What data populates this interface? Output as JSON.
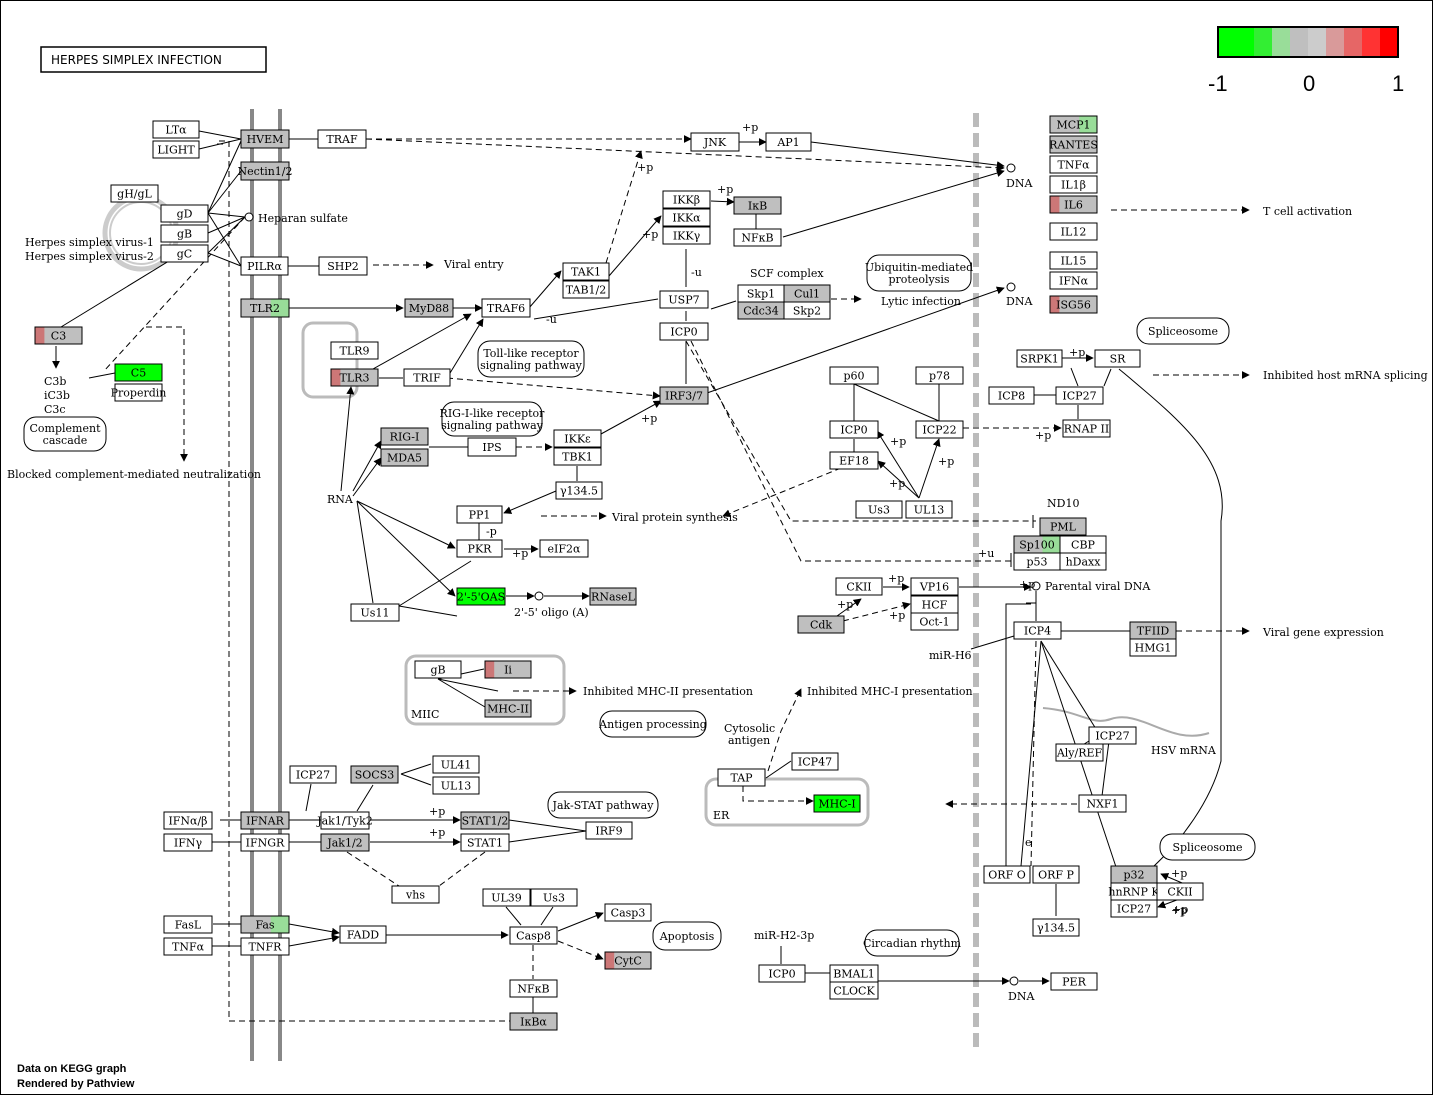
{
  "title": "HERPES SIMPLEX INFECTION",
  "footer": {
    "line1": "Data on KEGG graph",
    "line2": "Rendered by  Pathview"
  },
  "legend": {
    "labels": [
      "-1",
      "0",
      "1"
    ],
    "colors": [
      "#00ff00",
      "#00ff00",
      "#33ee33",
      "#99dd99",
      "#bfbfbf",
      "#cccccc",
      "#d99a9a",
      "#e66666",
      "#ff3333",
      "#ff0000"
    ]
  },
  "colors": {
    "none": "#ffffff",
    "grey": "#bfbfbf",
    "green": "#00ff00",
    "lightgreen": "#99dd99",
    "red": "#cc7777",
    "membrane": "#888888",
    "dna": "#bbbbbb"
  },
  "nodes": [
    {
      "id": "LTa",
      "label": "LTα",
      "fill": "none"
    },
    {
      "id": "LIGHT",
      "label": "LIGHT",
      "fill": "none"
    },
    {
      "id": "HVEM",
      "label": "HVEM",
      "fill": "grey"
    },
    {
      "id": "Nectin12",
      "label": "Nectin1/2",
      "fill": "grey"
    },
    {
      "id": "TRAF",
      "label": "TRAF",
      "fill": "none"
    },
    {
      "id": "gHgL",
      "label": "gH/gL",
      "fill": "none"
    },
    {
      "id": "gD",
      "label": "gD",
      "fill": "none"
    },
    {
      "id": "gB",
      "label": "gB",
      "fill": "none"
    },
    {
      "id": "gC",
      "label": "gC",
      "fill": "none"
    },
    {
      "id": "PILRa",
      "label": "PILRα",
      "fill": "none"
    },
    {
      "id": "SHP2",
      "label": "SHP2",
      "fill": "none"
    },
    {
      "id": "TLR2",
      "label": "TLR2",
      "fill": "grey",
      "split": "lightgreen"
    },
    {
      "id": "MyD88",
      "label": "MyD88",
      "fill": "grey"
    },
    {
      "id": "TRAF6",
      "label": "TRAF6",
      "fill": "none"
    },
    {
      "id": "TLR9",
      "label": "TLR9",
      "fill": "none"
    },
    {
      "id": "TLR3",
      "label": "TLR3",
      "fill": "grey",
      "split": "red"
    },
    {
      "id": "TRIF",
      "label": "TRIF",
      "fill": "none"
    },
    {
      "id": "C3",
      "label": "C3",
      "fill": "grey",
      "split": "red"
    },
    {
      "id": "C5",
      "label": "C5",
      "fill": "green"
    },
    {
      "id": "Properdin",
      "label": "Properdin",
      "fill": "none"
    },
    {
      "id": "RIGI",
      "label": "RIG-I",
      "fill": "grey"
    },
    {
      "id": "MDA5",
      "label": "MDA5",
      "fill": "grey"
    },
    {
      "id": "IPS",
      "label": "IPS",
      "fill": "none"
    },
    {
      "id": "IKKe",
      "label": "IKKε",
      "fill": "none"
    },
    {
      "id": "TBK1",
      "label": "TBK1",
      "fill": "none"
    },
    {
      "id": "g1345a",
      "label": "γ134.5",
      "fill": "none"
    },
    {
      "id": "PP1",
      "label": "PP1",
      "fill": "none"
    },
    {
      "id": "PKR",
      "label": "PKR",
      "fill": "none"
    },
    {
      "id": "eIF2a",
      "label": "eIF2α",
      "fill": "none"
    },
    {
      "id": "OAS",
      "label": "2'-5'OAS",
      "fill": "green"
    },
    {
      "id": "RNaseL",
      "label": "RNaseL",
      "fill": "grey"
    },
    {
      "id": "Us11",
      "label": "Us11",
      "fill": "none"
    },
    {
      "id": "JNK",
      "label": "JNK",
      "fill": "none"
    },
    {
      "id": "AP1",
      "label": "AP1",
      "fill": "none"
    },
    {
      "id": "IKKb",
      "label": "IKKβ",
      "fill": "none"
    },
    {
      "id": "IKKa",
      "label": "IKKα",
      "fill": "none"
    },
    {
      "id": "IKKg",
      "label": "IKKγ",
      "fill": "none"
    },
    {
      "id": "IkB",
      "label": "IκB",
      "fill": "grey"
    },
    {
      "id": "NFkB1",
      "label": "NFκB",
      "fill": "none"
    },
    {
      "id": "TAK1",
      "label": "TAK1",
      "fill": "none"
    },
    {
      "id": "TAB12",
      "label": "TAB1/2",
      "fill": "none"
    },
    {
      "id": "USP7",
      "label": "USP7",
      "fill": "none"
    },
    {
      "id": "ICP0a",
      "label": "ICP0",
      "fill": "none"
    },
    {
      "id": "IRF37",
      "label": "IRF3/7",
      "fill": "grey"
    },
    {
      "id": "Skp1",
      "label": "Skp1",
      "fill": "none"
    },
    {
      "id": "Cul1",
      "label": "Cul1",
      "fill": "grey"
    },
    {
      "id": "Cdc34",
      "label": "Cdc34",
      "fill": "grey"
    },
    {
      "id": "Skp2",
      "label": "Skp2",
      "fill": "none"
    },
    {
      "id": "MCP1",
      "label": "MCP1",
      "fill": "grey",
      "split": "lightgreen"
    },
    {
      "id": "RANTES",
      "label": "RANTES",
      "fill": "grey"
    },
    {
      "id": "TNFa1",
      "label": "TNFα",
      "fill": "none"
    },
    {
      "id": "IL1b",
      "label": "IL1β",
      "fill": "none"
    },
    {
      "id": "IL6",
      "label": "IL6",
      "fill": "grey",
      "split": "red"
    },
    {
      "id": "IL12",
      "label": "IL12",
      "fill": "none"
    },
    {
      "id": "IL15",
      "label": "IL15",
      "fill": "none"
    },
    {
      "id": "IFNa1",
      "label": "IFNα",
      "fill": "none"
    },
    {
      "id": "ISG56",
      "label": "ISG56",
      "fill": "grey",
      "split": "red"
    },
    {
      "id": "SRPK1",
      "label": "SRPK1",
      "fill": "none"
    },
    {
      "id": "SR",
      "label": "SR",
      "fill": "none"
    },
    {
      "id": "ICP8",
      "label": "ICP8",
      "fill": "none"
    },
    {
      "id": "ICP27a",
      "label": "ICP27",
      "fill": "none"
    },
    {
      "id": "RNAPII",
      "label": "RNAP II",
      "fill": "none"
    },
    {
      "id": "p60",
      "label": "p60",
      "fill": "none"
    },
    {
      "id": "p78",
      "label": "p78",
      "fill": "none"
    },
    {
      "id": "ICP0b",
      "label": "ICP0",
      "fill": "none"
    },
    {
      "id": "ICP22",
      "label": "ICP22",
      "fill": "none"
    },
    {
      "id": "EF18",
      "label": "EF18",
      "fill": "none"
    },
    {
      "id": "Us3a",
      "label": "Us3",
      "fill": "none"
    },
    {
      "id": "UL13",
      "label": "UL13",
      "fill": "none"
    },
    {
      "id": "PML",
      "label": "PML",
      "fill": "grey"
    },
    {
      "id": "Sp100",
      "label": "Sp100",
      "fill": "grey",
      "split": "lightgreen"
    },
    {
      "id": "CBP",
      "label": "CBP",
      "fill": "none"
    },
    {
      "id": "p53",
      "label": "p53",
      "fill": "none"
    },
    {
      "id": "hDaxx",
      "label": "hDaxx",
      "fill": "none"
    },
    {
      "id": "CKIIa",
      "label": "CKII",
      "fill": "none"
    },
    {
      "id": "VP16",
      "label": "VP16",
      "fill": "none"
    },
    {
      "id": "HCF",
      "label": "HCF",
      "fill": "none"
    },
    {
      "id": "Oct1",
      "label": "Oct-1",
      "fill": "none"
    },
    {
      "id": "Cdk",
      "label": "Cdk",
      "fill": "grey"
    },
    {
      "id": "ICP4",
      "label": "ICP4",
      "fill": "none"
    },
    {
      "id": "TFIID",
      "label": "TFIID",
      "fill": "grey"
    },
    {
      "id": "HMG1",
      "label": "HMG1",
      "fill": "none"
    },
    {
      "id": "ICP27b",
      "label": "ICP27",
      "fill": "none"
    },
    {
      "id": "AlyREF",
      "label": "Aly/REF",
      "fill": "none"
    },
    {
      "id": "NXF1",
      "label": "NXF1",
      "fill": "none"
    },
    {
      "id": "ORFO",
      "label": "ORF O",
      "fill": "none"
    },
    {
      "id": "ORFP",
      "label": "ORF P",
      "fill": "none"
    },
    {
      "id": "p32",
      "label": "p32",
      "fill": "grey"
    },
    {
      "id": "hnRNPK",
      "label": "hnRNP K",
      "fill": "none"
    },
    {
      "id": "CKIIb",
      "label": "CKII",
      "fill": "none"
    },
    {
      "id": "ICP27c",
      "label": "ICP27",
      "fill": "none"
    },
    {
      "id": "g1345b",
      "label": "γ134.5",
      "fill": "none"
    },
    {
      "id": "gBm",
      "label": "gB",
      "fill": "none"
    },
    {
      "id": "Ii",
      "label": "Ii",
      "fill": "grey",
      "split": "red"
    },
    {
      "id": "MHCII",
      "label": "MHC-II",
      "fill": "grey"
    },
    {
      "id": "TAP",
      "label": "TAP",
      "fill": "none"
    },
    {
      "id": "ICP47",
      "label": "ICP47",
      "fill": "none"
    },
    {
      "id": "MHCI",
      "label": "MHC-I",
      "fill": "green"
    },
    {
      "id": "ICP27d",
      "label": "ICP27",
      "fill": "none"
    },
    {
      "id": "SOCS3",
      "label": "SOCS3",
      "fill": "grey"
    },
    {
      "id": "UL41",
      "label": "UL41",
      "fill": "none"
    },
    {
      "id": "UL13b",
      "label": "UL13",
      "fill": "none"
    },
    {
      "id": "IFNab",
      "label": "IFNα/β",
      "fill": "none"
    },
    {
      "id": "IFNAR",
      "label": "IFNAR",
      "fill": "grey"
    },
    {
      "id": "JakTyk",
      "label": "Jak1/Tyk2",
      "fill": "none"
    },
    {
      "id": "STAT12",
      "label": "STAT1/2",
      "fill": "grey"
    },
    {
      "id": "IRF9",
      "label": "IRF9",
      "fill": "none"
    },
    {
      "id": "IFNg",
      "label": "IFNγ",
      "fill": "none"
    },
    {
      "id": "IFNGR",
      "label": "IFNGR",
      "fill": "none"
    },
    {
      "id": "Jak12",
      "label": "Jak1/2",
      "fill": "grey"
    },
    {
      "id": "STAT1",
      "label": "STAT1",
      "fill": "none"
    },
    {
      "id": "vhs",
      "label": "vhs",
      "fill": "none"
    },
    {
      "id": "FasL",
      "label": "FasL",
      "fill": "none"
    },
    {
      "id": "Fas",
      "label": "Fas",
      "fill": "grey",
      "split": "lightgreen"
    },
    {
      "id": "TNFa2",
      "label": "TNFα",
      "fill": "none"
    },
    {
      "id": "TNFR",
      "label": "TNFR",
      "fill": "none"
    },
    {
      "id": "FADD",
      "label": "FADD",
      "fill": "none"
    },
    {
      "id": "UL39",
      "label": "UL39",
      "fill": "none"
    },
    {
      "id": "Us3b",
      "label": "Us3",
      "fill": "none"
    },
    {
      "id": "Casp8",
      "label": "Casp8",
      "fill": "none"
    },
    {
      "id": "Casp3",
      "label": "Casp3",
      "fill": "none"
    },
    {
      "id": "CytC",
      "label": "CytC",
      "fill": "grey",
      "split": "red"
    },
    {
      "id": "NFkB2",
      "label": "NFκB",
      "fill": "none"
    },
    {
      "id": "IkBa",
      "label": "IκBα",
      "fill": "grey"
    },
    {
      "id": "ICP0c",
      "label": "ICP0",
      "fill": "none"
    },
    {
      "id": "BMAL1",
      "label": "BMAL1",
      "fill": "none"
    },
    {
      "id": "CLOCK",
      "label": "CLOCK",
      "fill": "none"
    },
    {
      "id": "PER",
      "label": "PER",
      "fill": "none"
    }
  ],
  "rounded": [
    {
      "id": "ubiq",
      "lines": [
        "Ubiquitin-mediated",
        "proteolysis"
      ]
    },
    {
      "id": "splice1",
      "lines": [
        "Spliceosome"
      ]
    },
    {
      "id": "tlrpath",
      "lines": [
        "Toll-like receptor",
        "signaling pathway"
      ]
    },
    {
      "id": "rigpath",
      "lines": [
        "RIG-I-like receptor",
        "signaling pathway"
      ]
    },
    {
      "id": "complement",
      "lines": [
        "Complement",
        "cascade"
      ]
    },
    {
      "id": "antigen",
      "lines": [
        "Antigen processing"
      ]
    },
    {
      "id": "jakstat",
      "lines": [
        "Jak-STAT pathway"
      ]
    },
    {
      "id": "apoptosis",
      "lines": [
        "Apoptosis"
      ]
    },
    {
      "id": "circadian",
      "lines": [
        "Circadian rhythm"
      ]
    },
    {
      "id": "splice2",
      "lines": [
        "Spliceosome"
      ]
    }
  ],
  "labels": [
    {
      "id": "heparan",
      "text": "Heparan sulfate"
    },
    {
      "id": "hsv1",
      "text": "Herpes simplex virus-1"
    },
    {
      "id": "hsv2",
      "text": "Herpes simplex virus-2"
    },
    {
      "id": "viralentry",
      "text": "Viral entry"
    },
    {
      "id": "c3b",
      "text": "C3b"
    },
    {
      "id": "ic3b",
      "text": "iC3b"
    },
    {
      "id": "c3c",
      "text": "C3c"
    },
    {
      "id": "blocked",
      "text": "Blocked complement-mediated neutralization"
    },
    {
      "id": "rna",
      "text": "RNA"
    },
    {
      "id": "oligo",
      "text": "2'-5' oligo (A)"
    },
    {
      "id": "vps",
      "text": "Viral protein synthesis"
    },
    {
      "id": "scf",
      "text": "SCF complex"
    },
    {
      "id": "lytic",
      "text": "Lytic infection"
    },
    {
      "id": "dna1",
      "text": "DNA"
    },
    {
      "id": "dna2",
      "text": "DNA"
    },
    {
      "id": "dna3",
      "text": "DNA"
    },
    {
      "id": "tcell",
      "text": "T cell activation"
    },
    {
      "id": "inhsplice",
      "text": "Inhibited host mRNA splicing"
    },
    {
      "id": "nd10",
      "text": "ND10"
    },
    {
      "id": "parental",
      "text": "Parental viral DNA"
    },
    {
      "id": "viralgene",
      "text": "Viral gene expression"
    },
    {
      "id": "mirh6",
      "text": "miR-H6"
    },
    {
      "id": "hsvmrna",
      "text": "HSV mRNA"
    },
    {
      "id": "miic",
      "text": "MIIC"
    },
    {
      "id": "inhmhc2",
      "text": "Inhibited MHC-II presentation"
    },
    {
      "id": "inhmhc1",
      "text": "Inhibited MHC-I presentation"
    },
    {
      "id": "cyto1",
      "text": "Cytosolic"
    },
    {
      "id": "cyto2",
      "text": "antigen"
    },
    {
      "id": "er",
      "text": "ER"
    },
    {
      "id": "mirh23p",
      "text": "miR-H2-3p"
    },
    {
      "id": "p1",
      "text": "+p"
    },
    {
      "id": "p2",
      "text": "+p"
    },
    {
      "id": "p3",
      "text": "+p"
    },
    {
      "id": "p4",
      "text": "+p"
    },
    {
      "id": "p5",
      "text": "+p"
    },
    {
      "id": "p6",
      "text": "+p"
    },
    {
      "id": "p7",
      "text": "+p"
    },
    {
      "id": "p8",
      "text": "+p"
    },
    {
      "id": "p9",
      "text": "+p"
    },
    {
      "id": "p10",
      "text": "+p"
    },
    {
      "id": "p11",
      "text": "+p"
    },
    {
      "id": "p12",
      "text": "+p"
    },
    {
      "id": "p13",
      "text": "+p"
    },
    {
      "id": "p14",
      "text": "+p"
    },
    {
      "id": "p15",
      "text": "+p"
    },
    {
      "id": "p16",
      "text": "+p"
    },
    {
      "id": "p17",
      "text": "+p"
    },
    {
      "id": "p18",
      "text": "+p"
    },
    {
      "id": "p19",
      "text": "+p"
    },
    {
      "id": "p20",
      "text": "+p"
    },
    {
      "id": "u1",
      "text": "-u"
    },
    {
      "id": "u2",
      "text": "-u"
    },
    {
      "id": "u3",
      "text": "+u"
    },
    {
      "id": "mp",
      "text": "-p"
    },
    {
      "id": "ue",
      "text": "e"
    }
  ]
}
